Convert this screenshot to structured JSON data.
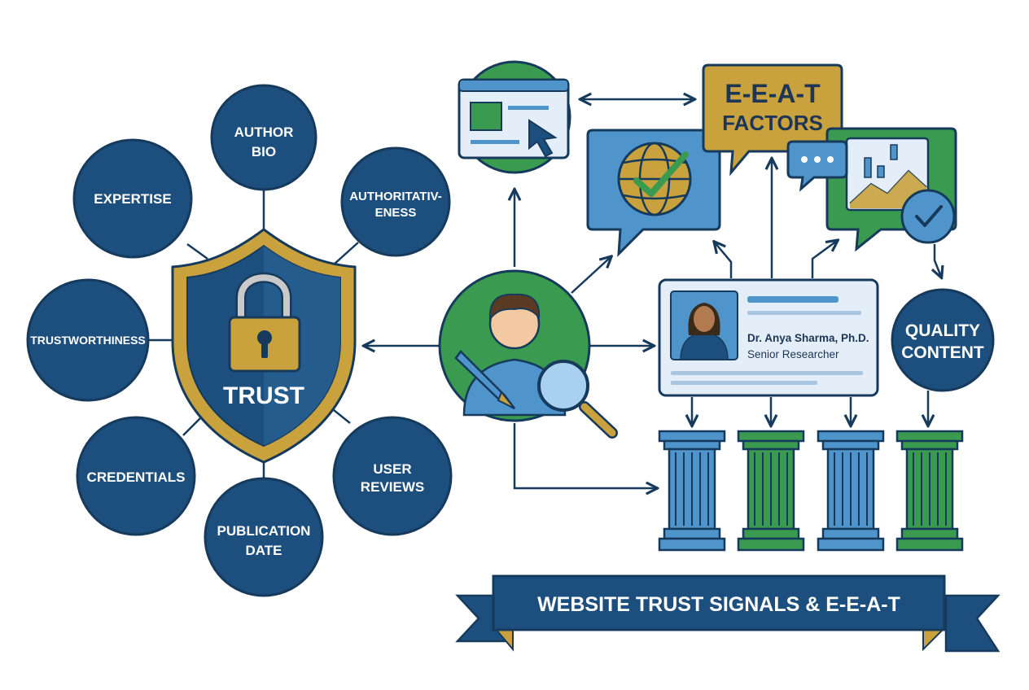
{
  "title": "WEBSITE TRUST SIGNALS & E-E-A-T",
  "shield": {
    "label": "TRUST"
  },
  "signals": [
    {
      "id": "author-bio",
      "line1": "AUTHOR",
      "line2": "BIO"
    },
    {
      "id": "authoritativeness",
      "line1": "AUTHORITATIV-",
      "line2": "ENESS"
    },
    {
      "id": "user-reviews",
      "line1": "USER",
      "line2": "REVIEWS"
    },
    {
      "id": "publication-date",
      "line1": "PUBLICATION",
      "line2": "DATE"
    },
    {
      "id": "credentials",
      "line1": "CREDENTIALS",
      "line2": ""
    },
    {
      "id": "trustworthiness",
      "line1": "TRUSTWORTHINESS",
      "line2": ""
    },
    {
      "id": "expertise",
      "line1": "EXPERTISE",
      "line2": ""
    }
  ],
  "eeat": {
    "line1": "E-E-A-T",
    "line2": "FACTORS"
  },
  "author_card": {
    "name": "Dr. Anya Sharma, Ph.D.",
    "role": "Senior Researcher"
  },
  "quality": {
    "line1": "QUALITY",
    "line2": "CONTENT"
  },
  "colors": {
    "navy": "#1d4f7e",
    "blue": "#4f95cc",
    "green": "#3a9a4f",
    "gold": "#c9a23e",
    "outline": "#163a5c",
    "card": "#e4eef8"
  }
}
